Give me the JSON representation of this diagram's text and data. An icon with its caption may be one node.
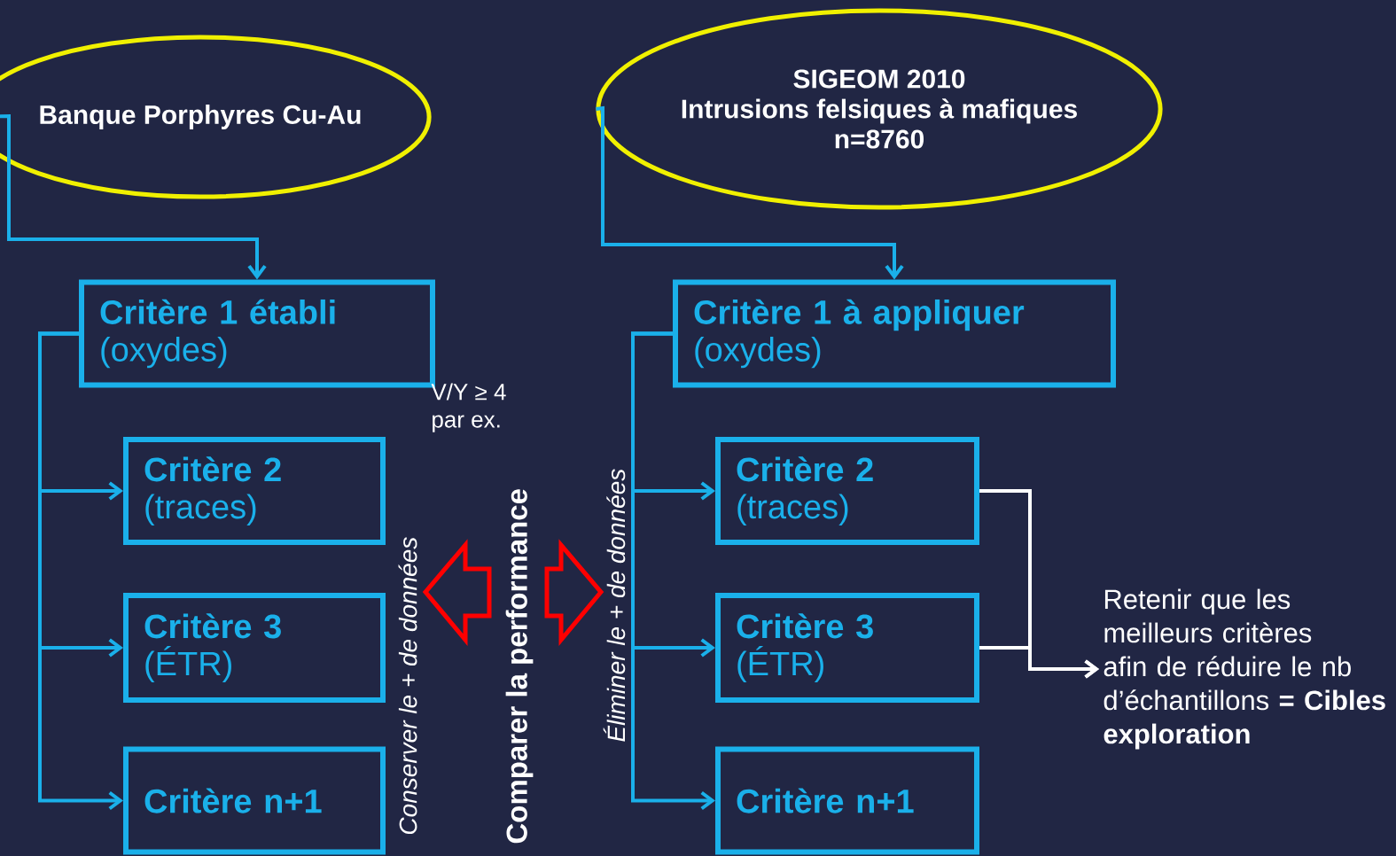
{
  "diagram": {
    "nodes": [
      {
        "text": [
          "Banque Porphyres Cu-Au"
        ]
      },
      {
        "text": [
          "SIGEOM 2010",
          "Intrusions felsiques à mafiques",
          "n=8760"
        ]
      },
      {
        "text": [
          "Critère 1 établi",
          "(oxydes)"
        ]
      },
      {
        "text": [
          "Critère 2",
          "(traces)"
        ]
      },
      {
        "text": [
          "Critère 3",
          "(ÉTR)"
        ]
      },
      {
        "text": [
          "Critère n+1"
        ]
      },
      {
        "text": [
          "Critère 1 à appliquer",
          "(oxydes)"
        ]
      },
      {
        "text": [
          "Critère 2",
          "(traces)"
        ]
      },
      {
        "text": [
          "Critère 3",
          "(ÉTR)"
        ]
      },
      {
        "text": [
          "Critère n+1"
        ]
      },
      {
        "text": [
          "Retenir que les meilleurs critères afin de réduire le nb d’échantillons **= Cibles exploration**"
        ]
      }
    ],
    "edges": [
      {
        "from": 0,
        "to": 2,
        "arrow": "to"
      },
      {
        "from": 1,
        "to": 6,
        "arrow": "to"
      },
      {
        "from": 2,
        "to": 3,
        "arrow": "to"
      },
      {
        "from": 2,
        "to": 4,
        "arrow": "to"
      },
      {
        "from": 2,
        "to": 5,
        "arrow": "to"
      },
      {
        "from": 6,
        "to": 7,
        "arrow": "to"
      },
      {
        "from": 6,
        "to": 8,
        "arrow": "to"
      },
      {
        "from": 6,
        "to": 9,
        "arrow": "to"
      },
      {
        "from": 7,
        "to": 10,
        "arrow": "to",
        "color": "#ffffff"
      },
      {
        "from": 8,
        "to": 10,
        "arrow": "to",
        "color": "#ffffff"
      }
    ],
    "labels": [
      "V/Y ≥ 4",
      "par ex.",
      "Conserver le + de données",
      "Comparer la performance",
      "Éliminer le + de données"
    ]
  }
}
